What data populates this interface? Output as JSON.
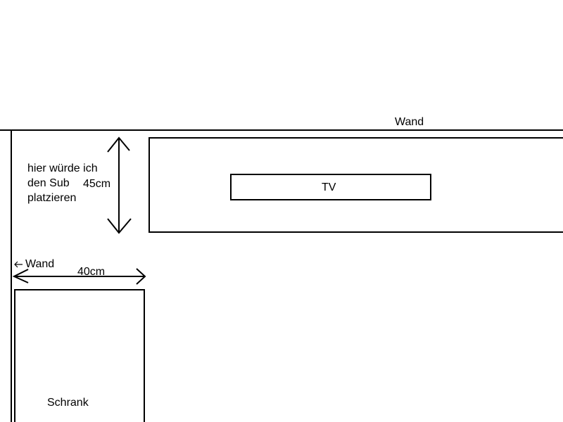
{
  "labels": {
    "wall_top": "Wand",
    "tv": "TV",
    "sub_note": [
      "hier würde ich",
      "den Sub",
      "platzieren"
    ],
    "depth": "45cm",
    "wall_left": "Wand",
    "width": "40cm",
    "cabinet": "Schrank"
  },
  "colors": {
    "stroke": "#000000",
    "background": "#ffffff"
  }
}
